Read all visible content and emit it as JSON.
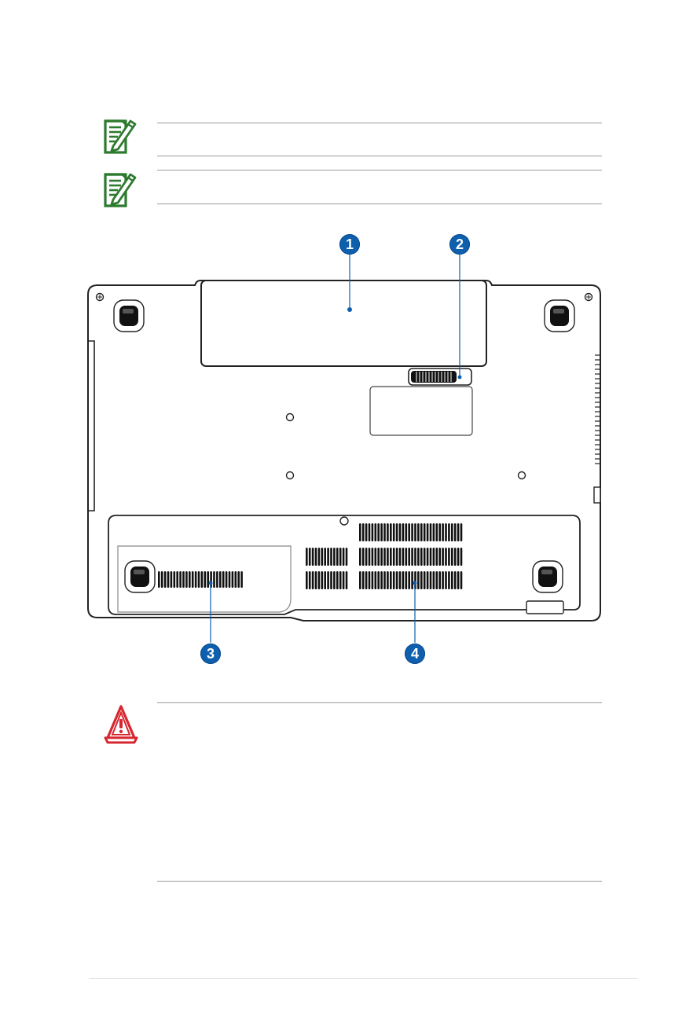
{
  "callouts": {
    "one": "1",
    "two": "2",
    "three": "3",
    "four": "4"
  },
  "colors": {
    "note_icon": "#2d7a2e",
    "warning_icon": "#d7262f",
    "callout": "#0e5fae",
    "rule": "#9a9a9a"
  },
  "icons": {
    "note": "note-pencil-icon",
    "warning": "warning-cone-icon"
  }
}
